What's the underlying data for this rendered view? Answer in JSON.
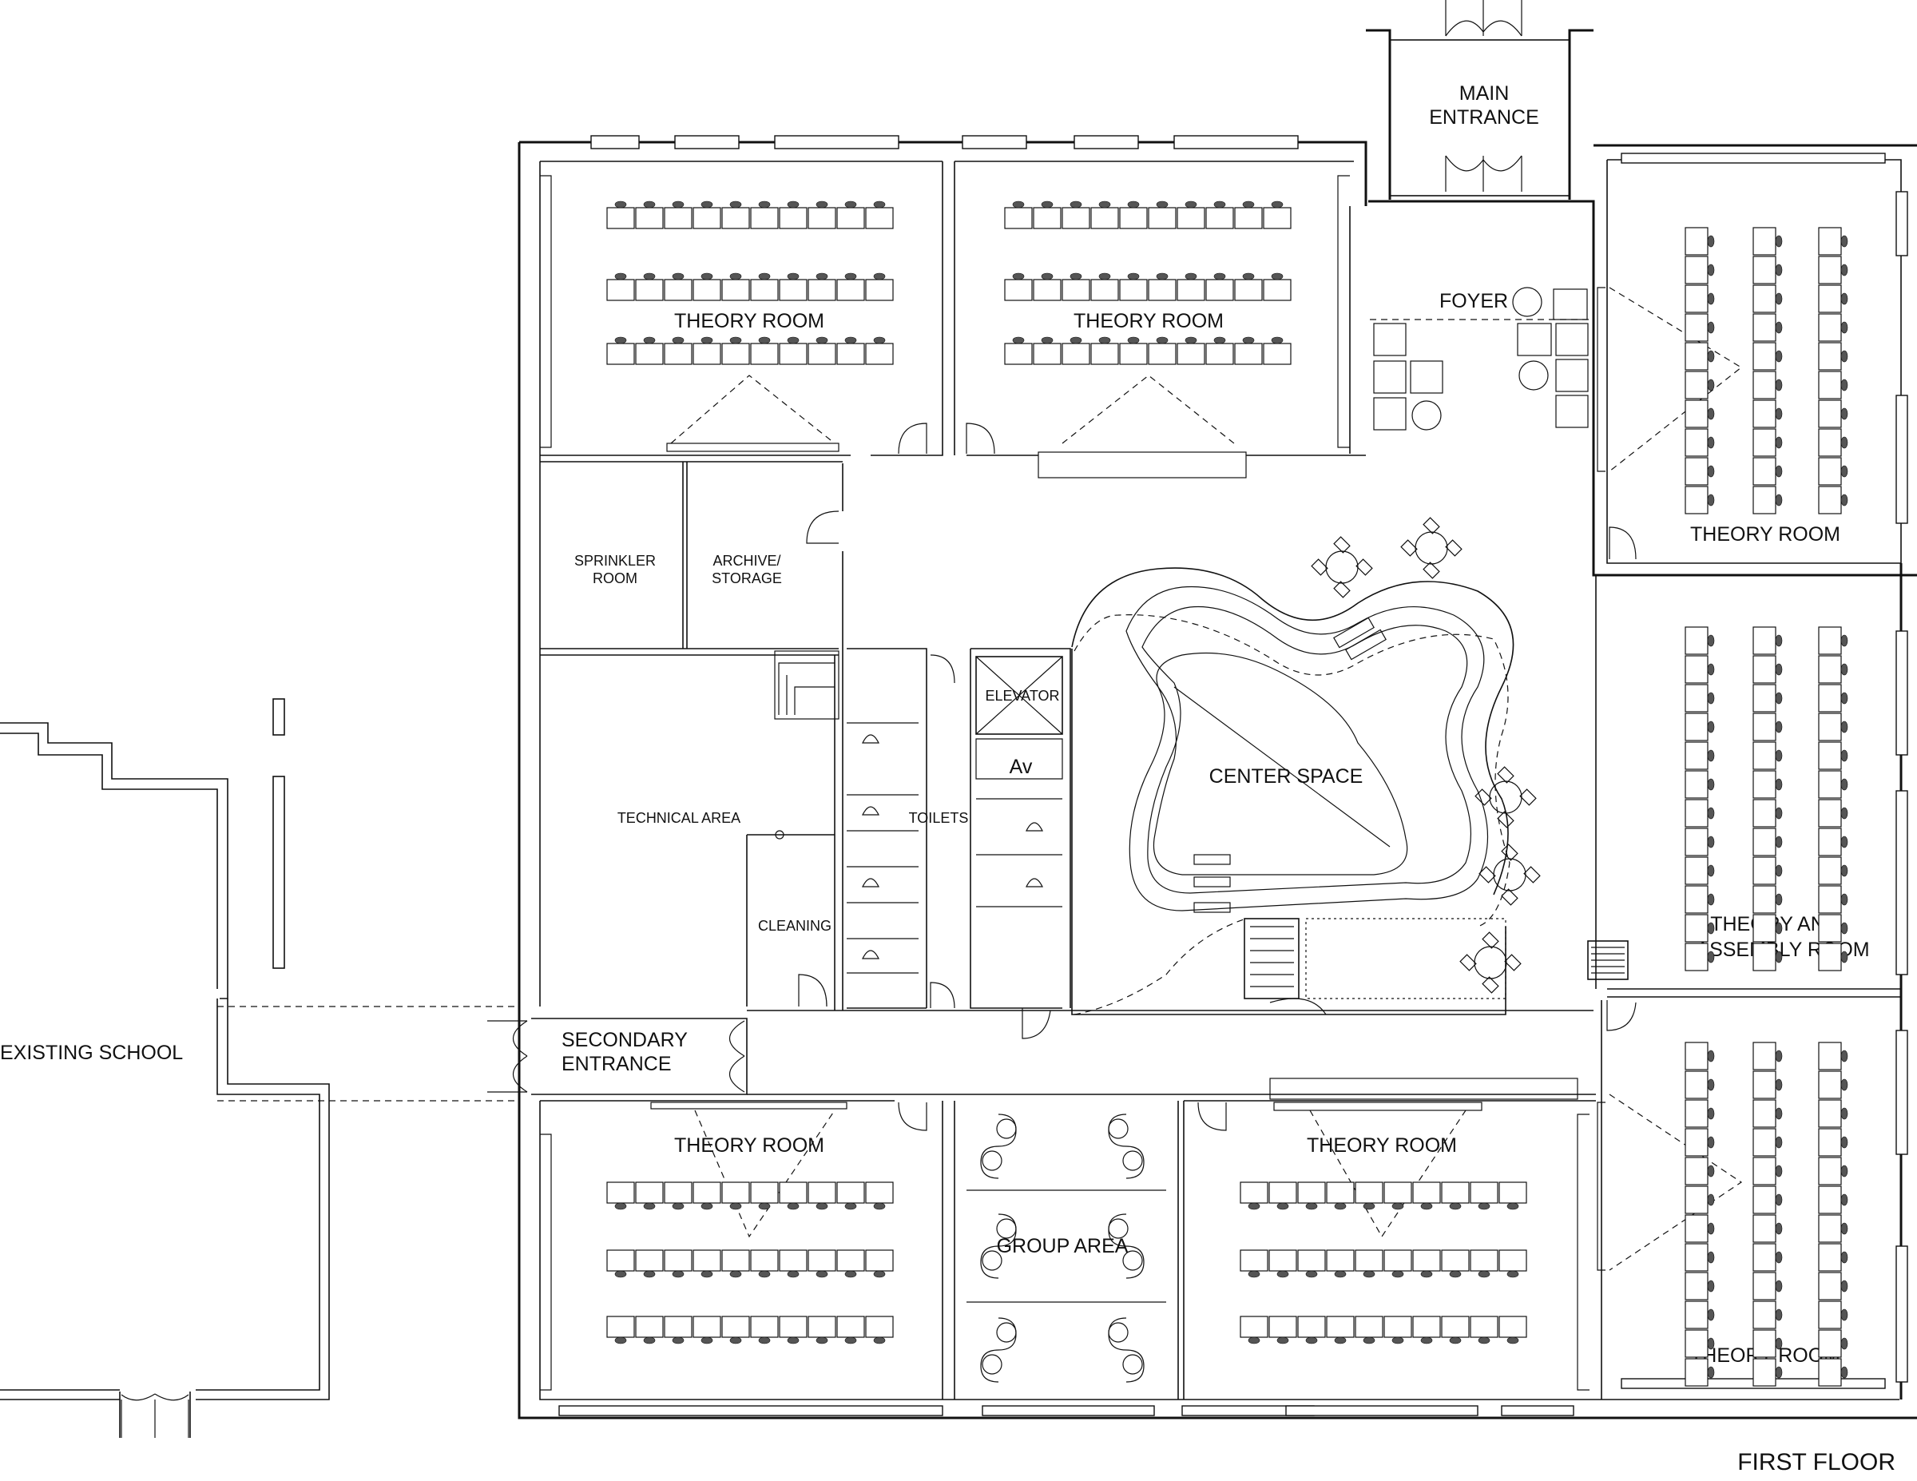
{
  "drawing": {
    "title": "FIRST FLOOR"
  },
  "labels": {
    "main_entrance_1": "MAIN",
    "main_entrance_2": "ENTRANCE",
    "foyer": "FOYER",
    "theory_room": "THEORY ROOM",
    "theory_assembly_1": "THEORY AND",
    "theory_assembly_2": "ASSEMBLY ROOM",
    "sprinkler_1": "SPRINKLER",
    "sprinkler_2": "ROOM",
    "archive_1": "ARCHIVE/",
    "archive_2": "STORAGE",
    "technical_area": "TECHNICAL AREA",
    "cleaning": "CLEANING",
    "toilets": "TOILETS",
    "elevator": "ELEVATOR",
    "av": "Av",
    "center_space": "CENTER SPACE",
    "secondary_entrance_1": "SECONDARY",
    "secondary_entrance_2": "ENTRANCE",
    "group_area": "GROUP AREA",
    "existing_school": "EXISTING SCHOOL"
  },
  "colors": {
    "line": "#111111",
    "background": "#ffffff"
  }
}
